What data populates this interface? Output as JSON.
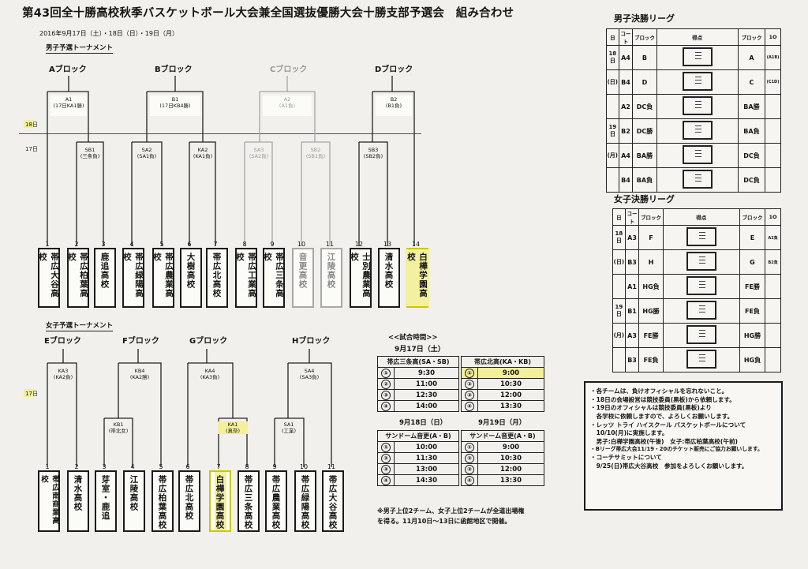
{
  "header": {
    "title": "第43回全十勝高校秋季バスケットボール大会兼全国選抜優勝大会十勝支部予選会　組み合わせ",
    "dates": "2016年9月17日（土）・18日（日）・19日（月）"
  },
  "boys": {
    "section": "男子予選トーナメント",
    "blocks": [
      "Aブロック",
      "Bブロック",
      "Cブロック",
      "Dブロック"
    ],
    "nodes": [
      {
        "code": "A1",
        "sub": "(17日KA1勝)"
      },
      {
        "code": "B1",
        "sub": "(17日KB4勝)"
      },
      {
        "code": "A2",
        "sub": "(A1負)"
      },
      {
        "code": "B2",
        "sub": "(B1負)"
      },
      {
        "code": "SB1",
        "sub": "(三条負)"
      },
      {
        "code": "SA2",
        "sub": "(SA1負)"
      },
      {
        "code": "KA2",
        "sub": "(KA1負)"
      },
      {
        "code": "SA3",
        "sub": "(SA2負)"
      },
      {
        "code": "SB2",
        "sub": "(SB1負)"
      },
      {
        "code": "SB3",
        "sub": "(SB2負)"
      }
    ],
    "day18": "18日",
    "day17": "17日",
    "teams": [
      {
        "seed": "1",
        "name": "帯広大谷高校"
      },
      {
        "seed": "2",
        "name": "帯広柏葉高校"
      },
      {
        "seed": "3",
        "name": "鹿追高校"
      },
      {
        "seed": "4",
        "name": "帯広緑陽高校"
      },
      {
        "seed": "5",
        "name": "帯広農業高校"
      },
      {
        "seed": "6",
        "name": "大樹高校"
      },
      {
        "seed": "7",
        "name": "帯広北高校"
      },
      {
        "seed": "8",
        "name": "帯広工業高校"
      },
      {
        "seed": "9",
        "name": "帯広三条高校"
      },
      {
        "seed": "10",
        "name": "音更高校"
      },
      {
        "seed": "11",
        "name": "江陵高校"
      },
      {
        "seed": "12",
        "name": "士別農業高校"
      },
      {
        "seed": "13",
        "name": "清水高校"
      },
      {
        "seed": "14",
        "name": "白樺学園高校"
      }
    ]
  },
  "girls": {
    "section": "女子予選トーナメント",
    "blocks": [
      "Eブロック",
      "Fブロック",
      "Gブロック",
      "Hブロック"
    ],
    "nodes": [
      {
        "code": "KA3",
        "sub": "(KA2負)"
      },
      {
        "code": "KB4",
        "sub": "(KA2勝)"
      },
      {
        "code": "KA4",
        "sub": "(KA3負)"
      },
      {
        "code": "SA4",
        "sub": "(SA3負)"
      },
      {
        "code": "KB1",
        "sub": "(帯北女)"
      },
      {
        "code": "KA1",
        "sub": "(真奈)"
      },
      {
        "code": "SA1",
        "sub": "(工業)"
      }
    ],
    "day17": "17日",
    "teams": [
      {
        "seed": "1",
        "name": "帯広南商業高校"
      },
      {
        "seed": "2",
        "name": "清水高校"
      },
      {
        "seed": "3",
        "name": "芽室・鹿追"
      },
      {
        "seed": "4",
        "name": "江陵高校"
      },
      {
        "seed": "5",
        "name": "帯広柏葉高校"
      },
      {
        "seed": "6",
        "name": "帯広北高校"
      },
      {
        "seed": "7",
        "name": "白樺学園高校"
      },
      {
        "seed": "8",
        "name": "帯広三条高校"
      },
      {
        "seed": "9",
        "name": "帯広農業高校"
      },
      {
        "seed": "10",
        "name": "帯広緑陽高校"
      },
      {
        "seed": "11",
        "name": "帯広大谷高校"
      }
    ]
  },
  "schedule": {
    "title": "<<試合時間>>",
    "day1": "9月17日（土）",
    "venue1a": "帯広三条高(SA・SB)",
    "venue1b": "帯広北高(KA・KB)",
    "times1a": [
      "9:30",
      "11:00",
      "12:30",
      "14:00"
    ],
    "times1b": [
      "9:00",
      "10:30",
      "12:00",
      "13:30"
    ],
    "day2": "9月18日（日）",
    "day3": "9月19日（月）",
    "venue2": "サンドーム音更(A・B)",
    "venue3": "サンドーム音更(A・B)",
    "times2": [
      "10:00",
      "11:30",
      "13:00",
      "14:30"
    ],
    "times3": [
      "9:00",
      "10:30",
      "12:00",
      "13:30"
    ],
    "nums": [
      "①",
      "②",
      "③",
      "④"
    ]
  },
  "boys_league": {
    "title": "男子決勝リーグ",
    "headers": [
      "日",
      "コート",
      "ブロック",
      "得点",
      "ブロック",
      "1O"
    ],
    "rows": [
      {
        "day": "18日",
        "court": "A4",
        "team1": "B",
        "team2": "A",
        "note": "(A1B)"
      },
      {
        "day": "(日)",
        "court": "B4",
        "team1": "D",
        "team2": "C",
        "note": "(C1D)"
      },
      {
        "day": "",
        "court": "A2",
        "team1": "DC負",
        "team2": "BA勝",
        "note": ""
      },
      {
        "day": "19日",
        "court": "B2",
        "team1": "DC勝",
        "team2": "BA負",
        "note": ""
      },
      {
        "day": "(月)",
        "court": "A4",
        "team1": "BA勝",
        "team2": "DC負",
        "note": ""
      },
      {
        "day": "",
        "court": "B4",
        "team1": "BA負",
        "team2": "DC負",
        "note": ""
      }
    ]
  },
  "girls_league": {
    "title": "女子決勝リーグ",
    "headers": [
      "日",
      "コート",
      "ブロック",
      "得点",
      "ブロック",
      "1O"
    ],
    "rows": [
      {
        "day": "18日",
        "court": "A3",
        "team1": "F",
        "team2": "E",
        "note": "A2負"
      },
      {
        "day": "(日)",
        "court": "B3",
        "team1": "H",
        "team2": "G",
        "note": "B2負"
      },
      {
        "day": "",
        "court": "A1",
        "team1": "HG負",
        "team2": "FE勝",
        "note": ""
      },
      {
        "day": "19日",
        "court": "B1",
        "team1": "HG勝",
        "team2": "FE負",
        "note": ""
      },
      {
        "day": "(月)",
        "court": "A3",
        "team1": "FE勝",
        "team2": "HG勝",
        "note": ""
      },
      {
        "day": "",
        "court": "B3",
        "team1": "FE負",
        "team2": "HG負",
        "note": ""
      }
    ]
  },
  "notes": [
    "・各チームは、負けオフィシャルを忘れないこと。",
    "・18日の会場設営は競技委員(黒板)から依頼します。",
    "・19日のオフィシャルは競技委員(黒板)より",
    "　各学校に依頼しますので、よろしくお願いします。",
    "・レッツ トライ ハイスクール バスケットボールについて",
    "　10/10(月)に実施します。",
    "　男子:白樺学園高校(午後)　女子:帯広柏葉高校(午前)",
    "・Bリーグ帯広大会11/19・20のチケット販売にご協力お願いします。",
    "・コーチサミットについて",
    "　9/25(日)帯広大谷高校　参加をよろしくお願いします。"
  ],
  "footnote": [
    "※男子上位2チーム、女子上位2チームが全道出場権",
    "を得る。11月10日～13日に函館地区で開催。"
  ]
}
